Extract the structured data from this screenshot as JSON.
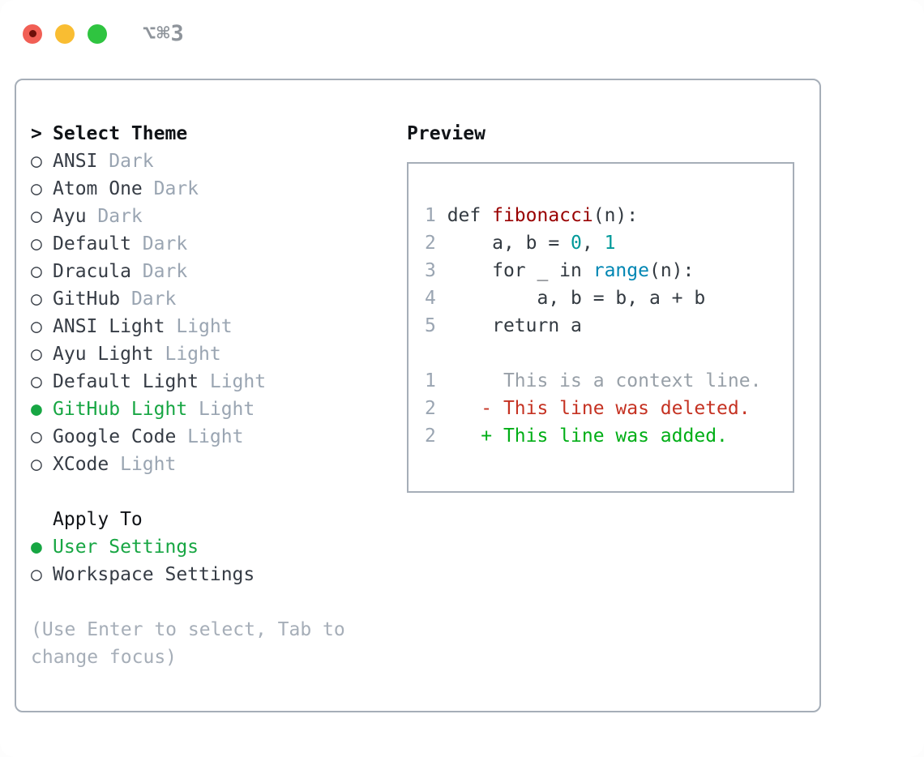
{
  "window": {
    "title": "⌥⌘3",
    "traffic_lights": [
      "close",
      "minimize",
      "zoom"
    ]
  },
  "theme_panel": {
    "header": {
      "prompt": ">",
      "label": "Select Theme"
    },
    "indicators": {
      "selected": "●",
      "unselected": "○"
    },
    "themes": [
      {
        "name": "ANSI",
        "variant": "Dark",
        "selected": false
      },
      {
        "name": "Atom One",
        "variant": "Dark",
        "selected": false
      },
      {
        "name": "Ayu",
        "variant": "Dark",
        "selected": false
      },
      {
        "name": "Default",
        "variant": "Dark",
        "selected": false
      },
      {
        "name": "Dracula",
        "variant": "Dark",
        "selected": false
      },
      {
        "name": "GitHub",
        "variant": "Dark",
        "selected": false
      },
      {
        "name": "ANSI Light",
        "variant": "Light",
        "selected": false
      },
      {
        "name": "Ayu Light",
        "variant": "Light",
        "selected": false
      },
      {
        "name": "Default Light",
        "variant": "Light",
        "selected": false
      },
      {
        "name": "GitHub Light",
        "variant": "Light",
        "selected": true
      },
      {
        "name": "Google Code",
        "variant": "Light",
        "selected": false
      },
      {
        "name": "XCode",
        "variant": "Light",
        "selected": false
      }
    ],
    "apply_to": {
      "label": "Apply To",
      "options": [
        {
          "name": "User Settings",
          "selected": true
        },
        {
          "name": "Workspace Settings",
          "selected": false
        }
      ]
    },
    "hint_lines": [
      "(Use Enter to select, Tab to",
      "change focus)"
    ]
  },
  "preview": {
    "label": "Preview",
    "code_lines": [
      {
        "num": "1",
        "seg": [
          {
            "t": "def ",
            "c": "plain"
          },
          {
            "t": "fibonacci",
            "c": "func"
          },
          {
            "t": "(n):",
            "c": "plain"
          }
        ]
      },
      {
        "num": "2",
        "seg": [
          {
            "t": "    a, b = ",
            "c": "plain"
          },
          {
            "t": "0",
            "c": "num"
          },
          {
            "t": ", ",
            "c": "plain"
          },
          {
            "t": "1",
            "c": "num"
          }
        ]
      },
      {
        "num": "3",
        "seg": [
          {
            "t": "    for _ in ",
            "c": "plain"
          },
          {
            "t": "range",
            "c": "builtin"
          },
          {
            "t": "(n):",
            "c": "plain"
          }
        ]
      },
      {
        "num": "4",
        "seg": [
          {
            "t": "        a, b = b, a + b",
            "c": "plain"
          }
        ]
      },
      {
        "num": "5",
        "seg": [
          {
            "t": "    return a",
            "c": "plain"
          }
        ]
      }
    ],
    "diff_lines": [
      {
        "num": "1",
        "kind": "context-line",
        "seg": [
          {
            "t": "     This is a context line.",
            "c": "ctx"
          }
        ]
      },
      {
        "num": "2",
        "kind": "deleted-line",
        "seg": [
          {
            "t": "   ",
            "c": "plain"
          },
          {
            "t": "- This line was deleted.",
            "c": "del"
          }
        ]
      },
      {
        "num": "2",
        "kind": "added-line",
        "seg": [
          {
            "t": "   ",
            "c": "plain"
          },
          {
            "t": "+ This line was added.",
            "c": "add"
          }
        ]
      }
    ]
  },
  "colors": {
    "selection_green": "#17a643",
    "function_red": "#990000",
    "number_teal": "#009999",
    "builtin_blue": "#0086b3",
    "diff_deleted_red": "#c53222",
    "diff_added_green": "#00ae16",
    "muted_gray": "#9aa5b2",
    "border_gray": "#a6aeb8",
    "traffic_red": "#f15f55",
    "traffic_yellow": "#f9bd32",
    "traffic_green": "#2fc440"
  }
}
